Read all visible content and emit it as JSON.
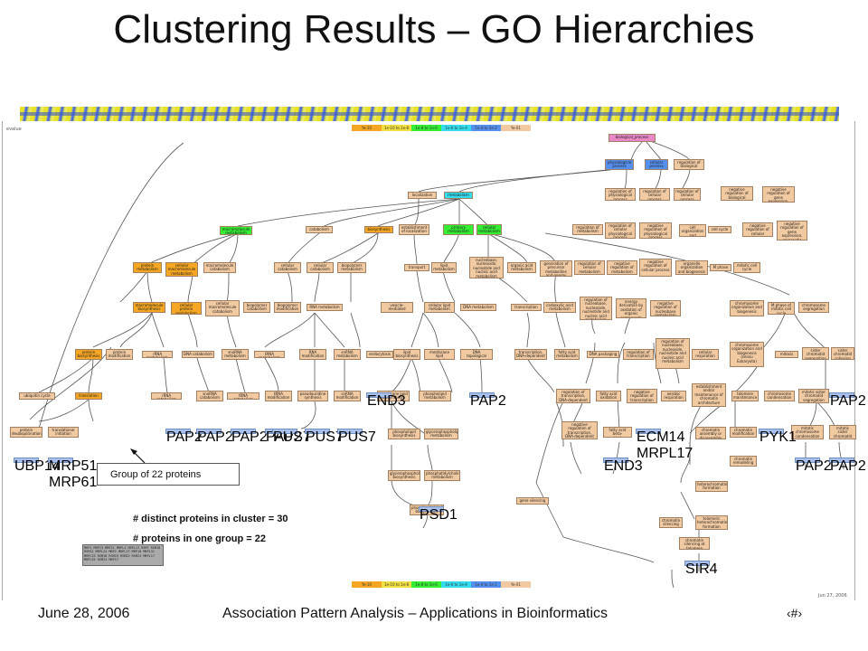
{
  "slide": {
    "title": "Clustering Results – GO Hierarchies",
    "callout": "Group of 22 proteins",
    "note1": "# distinct proteins in cluster = 30",
    "note2": "# proteins in one group = 22",
    "footer_date": "June 28, 2006",
    "footer_center": "Association Pattern Analysis – Applications in Bioinformatics",
    "footer_page": "‹#›"
  },
  "graph": {
    "legend": [
      "Ye-10",
      "1e-10 to 1e-8",
      "1e-8 to 1e-6",
      "1e-6 to 1e-4",
      "1e-4 to 1e-2",
      "Ye-01"
    ],
    "legend_colors": [
      "#f5a623",
      "#f2e040",
      "#33ee33",
      "#33ddee",
      "#5590ee",
      "#f2caa2"
    ],
    "root": "biological_process",
    "nodes": {
      "physiological": "physiological process",
      "cellular": "cellular process",
      "regulation_bp": "regulation of biological process",
      "localization": "localization",
      "metabolism": "metabolism",
      "macromolecule_metabolism": "macromolecule metabolism",
      "catabolism": "catabolism",
      "biosynthesis": "biosynthesis",
      "establishment_localization": "establishment of localization",
      "primary_metabolism": "primary metabolism",
      "cellular_metabolism": "cellular metabolism",
      "protein_metabolism": "protein metabolism",
      "cellular_macromolecule_metabolism": "cellular macromolecule metabolism",
      "macromolecule_catabolism": "macromolecule catabolism",
      "cellular_catabolism": "cellular catabolism",
      "biopolymer_metabolism": "biopolymer metabolism",
      "transport": "transport",
      "lipid_metabolism": "lipid metabolism",
      "nucleobase_metabolism": "nucleobase, nucleoside, nucleotide and nucleic acid metabolism",
      "organic_acid_metabolism": "organic acid metabolism",
      "generation_precursor": "generation of precursor metabolites and energy",
      "macromolecule_biosynthesis": "macromolecule biosynthesis",
      "cellular_protein_metabolism": "cellular protein metabolism",
      "cellular_macromolecule_catabolism": "cellular macromolecule catabolism",
      "biopolymer_catabolism": "biopolymer catabolism",
      "biopolymer_modification": "biopolymer modification",
      "rna_metabolism": "RNA metabolism",
      "vesicle_transport": "vesicle-mediated transport",
      "cellular_lipid_metabolism": "cellular lipid metabolism",
      "dna_metabolism": "DNA metabolism",
      "transcription": "transcription",
      "carboxylic_acid_metabolism": "carboxylic acid metabolism",
      "protein_biosynthesis": "protein biosynthesis",
      "protein_modification": "protein modification",
      "rrna_metabolism": "rRNA metabolism",
      "dna_catabolism": "DNA catabolism",
      "snorna_metabolism": "snoRNA metabolism",
      "trna_metabolism": "tRNA metabolism",
      "rna_modification": "RNA modification",
      "snrna_metabolism": "snRNA metabolism",
      "endocytosis": "endocytosis",
      "lipid_biosynthesis": "lipid biosynthesis",
      "membrane_lipid_metabolism": "membrane lipid metabolism",
      "dna_topological_change": "DNA topological change",
      "transcription_dna": "transcription, DNA-dependent",
      "fatty_acid_metabolism": "fatty acid metabolism",
      "dna_packaging": "DNA packaging",
      "regulation_transcription": "regulation of transcription",
      "cellular_respiration": "cellular respiration",
      "ubiquitin_cycle": "ubiquitin cycle",
      "translation": "translation",
      "rrna_catabolism": "rRNA catabolism",
      "snorna_catabolism": "snoRNA catabolism",
      "trna_catabolism": "tRNA catabolism",
      "trna_modification": "tRNA modification",
      "pseudouridine_synthesis": "pseudouridine synthesis",
      "snrna_modification": "snRNA modification",
      "membrane_lipid_biosynthesis": "membrane lipid biosynthesis",
      "phospholipid_metabolism": "phospholipid metabolism",
      "protein_deubiquitination": "protein deubiquitination",
      "translational_initiation": "translational initiation",
      "phospholipid_biosynthesis": "phospholipid biosynthesis",
      "glycerophospholipid_metabolism": "glycerophospholipid metabolism",
      "glycerophospholipid_biosynthesis": "glycerophospholipid biosynthesis",
      "phosphatidylcholine_metabolism": "phosphatidylcholine metabolism",
      "phosphatidylcholine_biosynthesis": "phosphatidylcholine biosynthesis",
      "gene_silencing": "gene silencing",
      "chromatin_silencing": "chromatin silencing",
      "telomeric_heterochromatin": "telomeric heterochromatin formation",
      "chromatin_silencing_telomere": "chromatin silencing at telomere",
      "heterochromatin_formation": "heterochromatin formation",
      "regulation_physiological": "regulation of physiological process",
      "regulation_cellular_process": "regulation of cellular process",
      "regulation_cellular_phys": "regulation of cellular physiological process",
      "neg_regulation_bp": "negative regulation of biological process",
      "neg_regulation_gene": "negative regulation of gene expression, epigenetic",
      "cell_organization": "cell organization and biogenesis",
      "cell_cycle": "cell cycle",
      "neg_regulation_phys": "negative regulation of physiological process",
      "regulation_metabolism": "regulation of metabolism",
      "neg_regulation_cellular": "negative regulation of cellular process",
      "organelle_organization": "organelle organization and biogenesis",
      "m_phase": "M phase",
      "mitotic_cell_cycle": "mitotic cell cycle",
      "regulation_cellular_metabolism": "regulation of cellular metabolism",
      "neg_regulation_metabolism": "negative regulation of metabolism",
      "energy_derivation": "energy derivation by oxidation of organic compounds",
      "neg_regulation_nucleobase": "negative regulation of nucleobase metabolism",
      "chromosome_organization": "chromosome organization and biogenesis",
      "m_phase_mitotic": "M phase of mitotic cell cycle",
      "chromosome_segregation": "chromosome segregation",
      "regulation_nucleobase": "regulation of nucleobase, nucleoside, nucleotide and nucleic acid metabolism",
      "chromosome_organization_euk": "chromosome organization and biogenesis (sensu Eukaryota)",
      "mitosis": "mitosis",
      "sister_chromatid_segregation": "sister chromatid segregation",
      "sister_chromatid_cohesion": "sister chromatid cohesion",
      "regulation_transcription_dna": "regulation of transcription, DNA-dependent",
      "fatty_acid_oxidation": "fatty acid oxidation",
      "neg_regulation_transcription": "negative regulation of transcription",
      "aerobic_respiration": "aerobic respiration",
      "establishment_chromatin": "establishment and/or maintenance of chromatin architecture",
      "telomere_maintenance": "telomere maintenance",
      "chromosome_condensation": "chromosome condensation",
      "mitotic_sister_chromatid_segregation": "mitotic sister chromatid segregation",
      "neg_regulation_transcription_dna": "negative regulation of transcription, DNA-dependent",
      "fatty_acid_beta_oxidation": "fatty acid beta-oxidation",
      "chromatin_assembly": "chromatin assembly or disassembly",
      "chromatin_modification": "chromatin modification",
      "mitotic_chromosome_condensation": "mitotic chromosome condensation",
      "mitotic_sister_chromatid_cohesion": "mitotic sister chromatid cohesion",
      "chromatin_remodeling": "chromatin remodeling"
    },
    "genes": {
      "group": "MRP1 MRP13 MRP21 MRPL4 MRPL13 RSM7 RSM10 RSM12 MRPL24 MRP2 MRPL27 MRP10 MRPL31 MRPL33 RSM18 RSM19 RSM22 RSM23 MRPL17 MRPL35 RSM24 MRP17",
      "g1": "UBP14",
      "g2": "MRP51 MRP61",
      "g3": "PAP2",
      "g4": "PAP2",
      "g5": "PAP2",
      "g6": "PAP2",
      "g7": "PUS7",
      "g8": "PUS7",
      "g9": "PUS7",
      "g10": "END3",
      "g11": "PAP2",
      "g12": "PSD1",
      "g13": "END3",
      "g14": "ECM14 MRPL17",
      "g15": "PAP2",
      "g16": "PAP2",
      "g17": "SIR4",
      "g18": "PAP2",
      "g19": "PYK1"
    },
    "header_left": "evalue",
    "date_right": "Jun 27, 2006"
  }
}
